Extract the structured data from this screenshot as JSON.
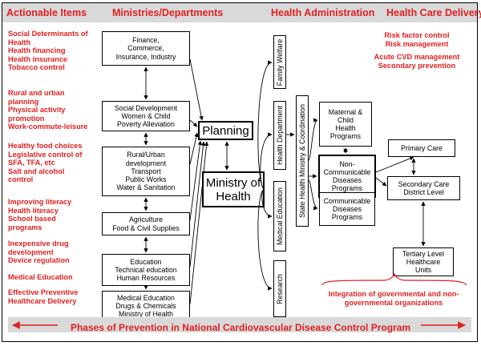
{
  "headers": {
    "actionable": "Actionable Items",
    "ministries": "Ministries/Departments",
    "health_admin": "Health Administration",
    "care_delivery": "Health Care Delivery"
  },
  "actionable_items": [
    [
      "Social Determinants of",
      "Health",
      "Health financing",
      "Health insurance",
      "Tobacco control"
    ],
    [
      "Rural and urban",
      "planning",
      "Physical activity",
      "promotion",
      "Work-commute-leisure"
    ],
    [
      "Healthy food choices",
      "Legislative control of",
      "SFA, TFA, etc",
      "Salt and alcohol",
      "control"
    ],
    [
      "Improving literacy",
      "Health literacy",
      "School based",
      "programs"
    ],
    [
      "Inexpensive drug",
      "development",
      "Device regulation"
    ],
    [
      "Medical Education"
    ],
    [
      "Effective Preventive",
      "Healthcare Delivery"
    ]
  ],
  "ministries": [
    [
      "Finance,",
      "Commerce,",
      "Insurance, Industry"
    ],
    [
      "Social Development",
      "Women & Child",
      "Poverty Alleviation"
    ],
    [
      "Rural/Urban",
      "development",
      "Transport",
      "Public Works",
      "Water & Sanitation"
    ],
    [
      "Agriculture",
      "Food & Civil Supplies"
    ],
    [
      "Education",
      "Technical education",
      "Human Resources"
    ],
    [
      "Medical Education",
      "Drugs & Chemicals",
      "Ministry of Health"
    ]
  ],
  "center": {
    "planning": "Planning",
    "ministry_of_health": [
      "Ministry of",
      "Health"
    ]
  },
  "health_admin_units": [
    "Family Welfare",
    "Health Department",
    "Medical Education",
    "Research"
  ],
  "state_coordination": "State Health Ministry & Coordination",
  "programs": {
    "maternal": [
      "Maternal &",
      "Child",
      "Health",
      "Programs"
    ],
    "ncd": [
      "Non-",
      "Communicable",
      "Diseases",
      "Programs"
    ],
    "communicable": [
      "Communicable",
      "Diseases",
      "Programs"
    ]
  },
  "care_levels": {
    "primary": [
      "Primary Care"
    ],
    "secondary": [
      "Secondary Care",
      "District Level"
    ],
    "tertiary": [
      "Tertiary Level",
      "Healthcare",
      "Units"
    ]
  },
  "care_delivery_items": {
    "risk": [
      "Risk factor control",
      "Risk management"
    ],
    "acute": [
      "Acute CVD management",
      "Secondary prevention"
    ]
  },
  "integration_note": [
    "Integration of governmental and non-",
    "governmental organizations"
  ],
  "phases_banner": "Phases of Prevention in National Cardiovascular Disease Control Program",
  "colors": {
    "accent_red": "#e02020",
    "band_gray": "#d9d9d9",
    "line": "#000000"
  }
}
